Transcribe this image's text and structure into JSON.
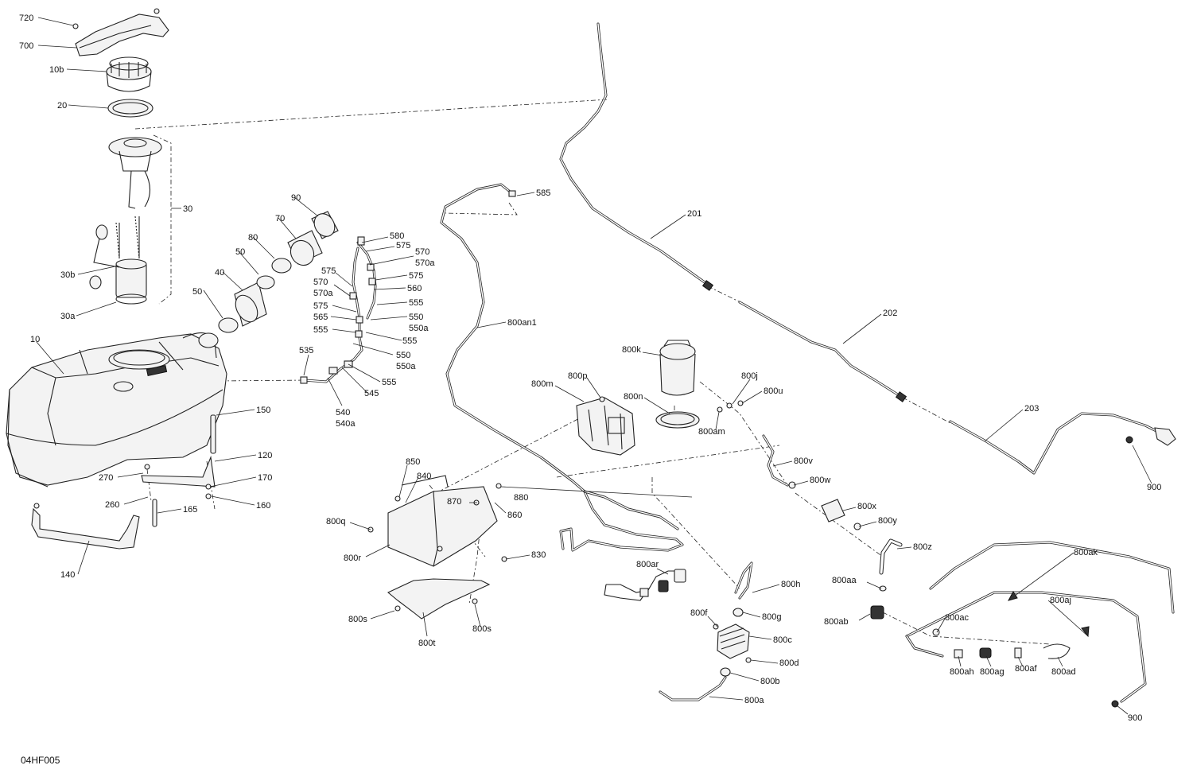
{
  "diagram_code": "04HF005",
  "callouts": [
    "720",
    "700",
    "10b",
    "20",
    "30",
    "30b",
    "30a",
    "10",
    "90",
    "70",
    "80",
    "50",
    "40",
    "50",
    "580",
    "575",
    "570",
    "570a",
    "575",
    "560",
    "575",
    "570",
    "570a",
    "555",
    "575",
    "565",
    "550",
    "550a",
    "555",
    "555",
    "535",
    "550",
    "550a",
    "555",
    "545",
    "540",
    "540a",
    "150",
    "120",
    "270",
    "170",
    "260",
    "160",
    "165",
    "140",
    "585",
    "800an1",
    "201",
    "202",
    "203",
    "900",
    "800k",
    "800j",
    "800u",
    "800n",
    "800am",
    "800p",
    "800m",
    "850",
    "840",
    "880",
    "870",
    "860",
    "800q",
    "800r",
    "830",
    "800s",
    "800t",
    "800s",
    "800v",
    "800w",
    "800x",
    "800y",
    "800z",
    "800ak",
    "800aj",
    "800aa",
    "800ab",
    "800ac",
    "800ah",
    "800ag",
    "800af",
    "800ad",
    "900",
    "800ar",
    "800h",
    "800f",
    "800g",
    "800c",
    "800d",
    "800b",
    "800a"
  ]
}
